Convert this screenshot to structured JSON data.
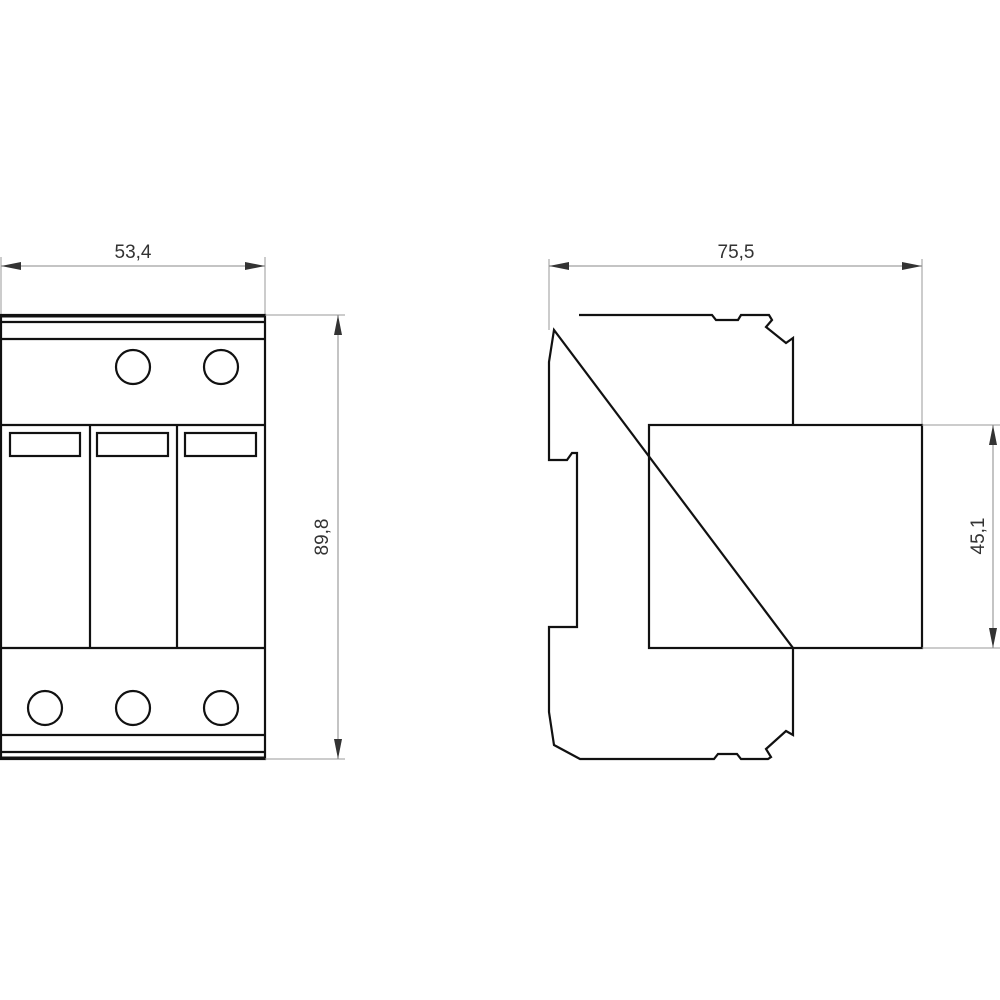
{
  "drawing": {
    "type": "technical dimension drawing",
    "units": "mm",
    "front_view": {
      "width_label": "53,4",
      "height_label": "89,8",
      "modules": 3,
      "terminals_top": 2,
      "terminals_bottom": 3
    },
    "side_view": {
      "depth_label": "75,5",
      "front_height_label": "45,1"
    },
    "colors": {
      "outline": "#111111",
      "dimension_line": "#8a8a8a",
      "text": "#333333",
      "background": "#ffffff"
    }
  }
}
